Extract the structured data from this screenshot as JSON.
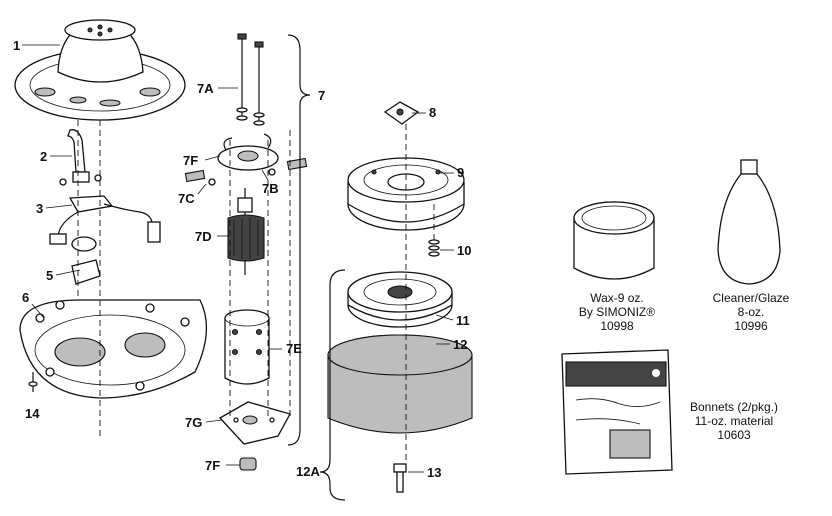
{
  "callouts": {
    "p1": "1",
    "p2": "2",
    "p3": "3",
    "p5": "5",
    "p6": "6",
    "p14": "14",
    "p7A": "7A",
    "p7": "7",
    "p7F_top": "7F",
    "p7B": "7B",
    "p7C": "7C",
    "p7D": "7D",
    "p7E": "7E",
    "p7G": "7G",
    "p7F_bottom": "7F",
    "p8": "8",
    "p9": "9",
    "p10": "10",
    "p11": "11",
    "p12": "12",
    "p12A": "12A",
    "p13": "13"
  },
  "accessories": {
    "wax": {
      "line1": "Wax-9 oz.",
      "line2": "By SIMONIZ®",
      "part_no": "10998"
    },
    "cleaner": {
      "line1": "Cleaner/Glaze",
      "line2": "8-oz.",
      "part_no": "10996"
    },
    "bonnets": {
      "line1": "Bonnets (2/pkg.)",
      "line2": "11-oz. material",
      "part_no": "10603"
    }
  }
}
